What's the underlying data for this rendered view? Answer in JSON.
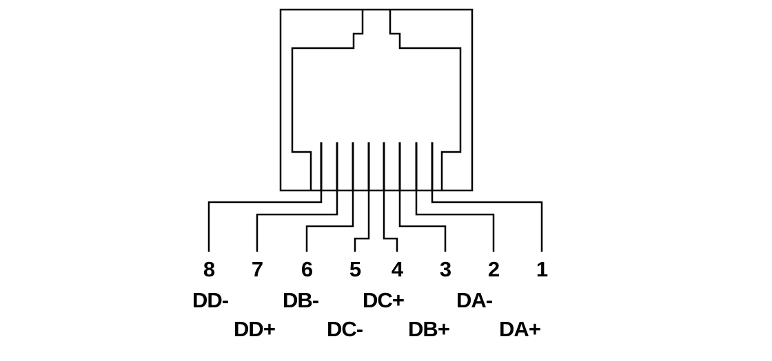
{
  "title": "RJ45 socket pin assignment",
  "pins": [
    {
      "number": "8",
      "signal": "DD-"
    },
    {
      "number": "7",
      "signal": "DD+"
    },
    {
      "number": "6",
      "signal": "DB-"
    },
    {
      "number": "5",
      "signal": "DC-"
    },
    {
      "number": "4",
      "signal": "DC+"
    },
    {
      "number": "3",
      "signal": "DB+"
    },
    {
      "number": "2",
      "signal": "DA-"
    },
    {
      "number": "1",
      "signal": "DA+"
    }
  ]
}
